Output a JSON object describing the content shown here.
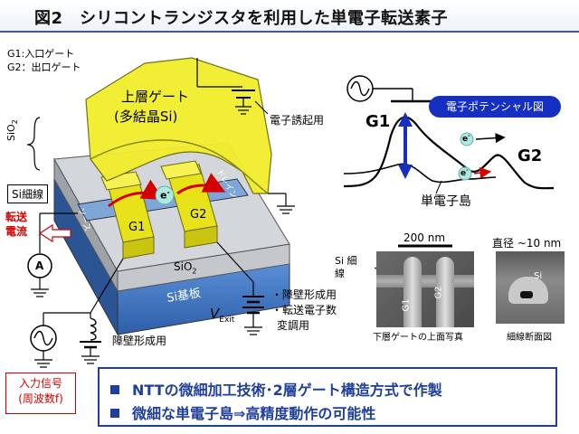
{
  "title": "図2　シリコントランジスタを利用した単電子転送素子",
  "legend": [
    "G1:入口ゲート",
    "G2：出口ゲート"
  ],
  "device": {
    "upper_gate": "上層ゲート",
    "upper_gate_material": "(多結晶Si)",
    "sio2": "SiO",
    "sio2_sub": "2",
    "si_wire": "Si細線",
    "source": "ソース",
    "drain": "ドレイン",
    "g1": "G1",
    "g2": "G2",
    "electron": "e",
    "electron_sup": "-",
    "substrate": "Si基板",
    "transfer_current": [
      "転送",
      "電流"
    ],
    "ammeter": "A",
    "excitation": "電子誘起用",
    "v_exit": "V",
    "v_exit_sub": "Exit",
    "exit_purposes": [
      "・障壁形成用",
      "・転送電子数",
      "変調用"
    ],
    "barrier_lower": "障壁形成用"
  },
  "potential": {
    "label": "電子ポテンシャル図",
    "g1": "G1",
    "g2": "G2",
    "island": "単電子島"
  },
  "photos": {
    "scale_top": "200 nm",
    "wire_label": "Si 細線",
    "g1": "G1",
    "g2": "G2",
    "top_caption": "下層ゲートの上面写真",
    "diameter": "直径 ~10 nm",
    "si": "Si",
    "cross_caption": "細線断面図"
  },
  "input_signal": [
    "入力信号",
    "(周波数f)"
  ],
  "bullets": [
    "NTTの微細加工技術･2層ゲート構造方式で作製",
    "微細な単電子島⇒高精度動作の可能性"
  ],
  "colors": {
    "gate_yellow": "#f2ee2c",
    "substrate_blue": "#3c78c8",
    "accent_blue": "#1f3f9a",
    "red": "#d40000"
  }
}
